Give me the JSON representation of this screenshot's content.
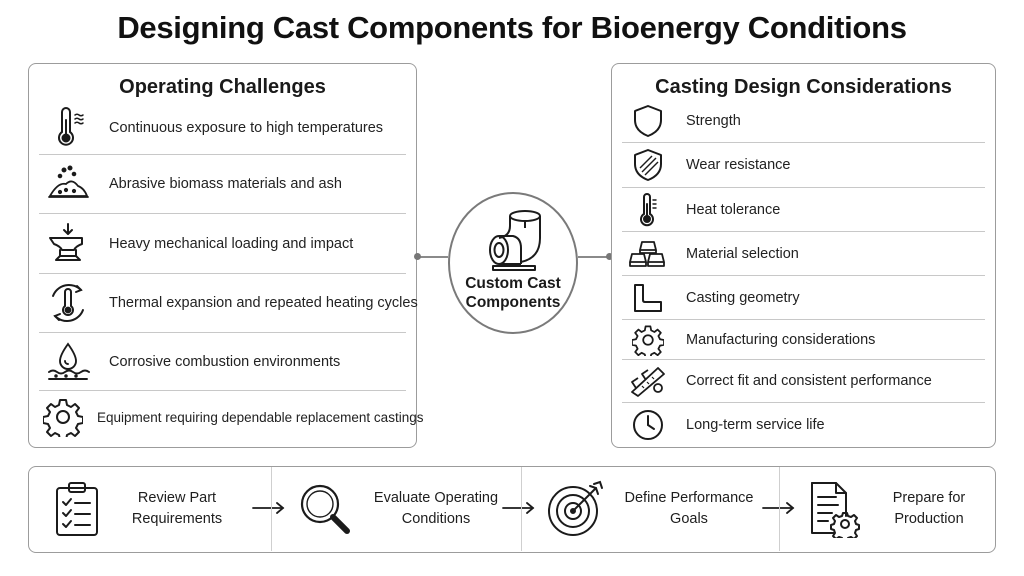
{
  "title": "Designing Cast Components for Bioenergy Conditions",
  "left_panel": {
    "title": "Operating Challenges",
    "items": [
      {
        "label": "Continuous exposure to high temperatures",
        "icon": "thermometer-icon"
      },
      {
        "label": "Abrasive biomass materials and ash",
        "icon": "ash-pile-icon"
      },
      {
        "label": "Heavy mechanical loading and impact",
        "icon": "anvil-icon"
      },
      {
        "label": "Thermal expansion and repeated heating cycles",
        "icon": "thermal-cycle-icon"
      },
      {
        "label": "Corrosive combustion environments",
        "icon": "corrosion-drop-icon"
      },
      {
        "label": "Equipment requiring dependable replacement castings",
        "icon": "gear-icon"
      }
    ]
  },
  "center": {
    "label_line1": "Custom Cast",
    "label_line2": "Components",
    "icon": "pipe-elbow-icon"
  },
  "right_panel": {
    "title": "Casting Design Considerations",
    "items": [
      {
        "label": "Strength",
        "icon": "shield-icon"
      },
      {
        "label": "Wear resistance",
        "icon": "hatched-shield-icon"
      },
      {
        "label": "Heat tolerance",
        "icon": "thermometer-icon"
      },
      {
        "label": "Material selection",
        "icon": "ingots-icon"
      },
      {
        "label": "Casting geometry",
        "icon": "l-profile-icon"
      },
      {
        "label": "Manufacturing considerations",
        "icon": "gear-icon"
      },
      {
        "label": "Correct fit and consistent performance",
        "icon": "caliper-icon"
      },
      {
        "label": "Long-term service life",
        "icon": "clock-icon"
      }
    ]
  },
  "process": {
    "steps": [
      {
        "line1": "Review Part",
        "line2": "Requirements",
        "icon": "clipboard-checklist-icon"
      },
      {
        "line1": "Evaluate Operating",
        "line2": "Conditions",
        "icon": "magnifier-icon"
      },
      {
        "line1": "Define Performance",
        "line2": "Goals",
        "icon": "target-icon"
      },
      {
        "line1": "Prepare for",
        "line2": "Production",
        "icon": "document-gear-icon"
      }
    ]
  }
}
